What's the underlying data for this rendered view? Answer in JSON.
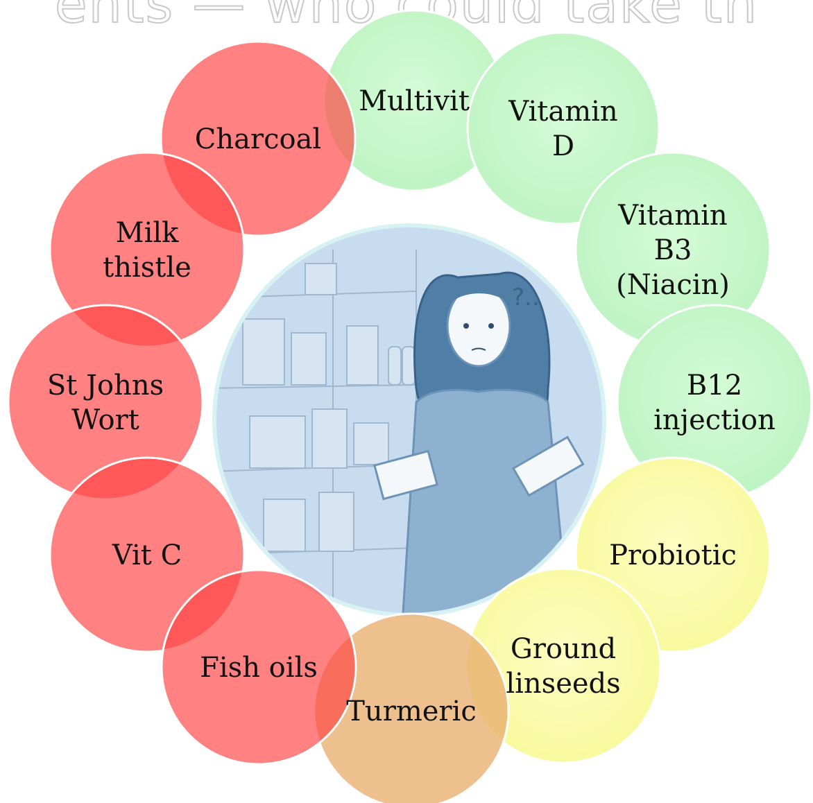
{
  "heading": "ents — who could take th",
  "center_illustration": {
    "description_icon": "woman-with-medicine-boxes-illustration",
    "question_mark": "?.."
  },
  "colors": {
    "red": "#ff6b6b",
    "green": "#c4f7c8",
    "yellow": "#fbfca8",
    "orange": "#eab87f",
    "center_fill": "#c5daee",
    "center_ring": "#d5eef0"
  },
  "items": [
    {
      "id": "multivit",
      "lines": [
        "Multivit"
      ],
      "color": "green"
    },
    {
      "id": "vitamin-d",
      "lines": [
        "Vitamin",
        "D"
      ],
      "color": "green"
    },
    {
      "id": "vitamin-b3",
      "lines": [
        "Vitamin",
        "B3",
        "(Niacin)"
      ],
      "color": "green"
    },
    {
      "id": "b12-injection",
      "lines": [
        "B12",
        "injection"
      ],
      "color": "green"
    },
    {
      "id": "probiotic",
      "lines": [
        "Probiotic"
      ],
      "color": "yellow"
    },
    {
      "id": "ground-linseeds",
      "lines": [
        "Ground",
        "linseeds"
      ],
      "color": "yellow"
    },
    {
      "id": "turmeric",
      "lines": [
        "Turmeric"
      ],
      "color": "orange"
    },
    {
      "id": "fish-oils",
      "lines": [
        "Fish oils"
      ],
      "color": "red"
    },
    {
      "id": "vit-c",
      "lines": [
        "Vit C"
      ],
      "color": "red"
    },
    {
      "id": "st-johns-wort",
      "lines": [
        "St Johns",
        "Wort"
      ],
      "color": "red"
    },
    {
      "id": "milk-thistle",
      "lines": [
        "Milk",
        "thistle"
      ],
      "color": "red"
    },
    {
      "id": "charcoal",
      "lines": [
        "Charcoal"
      ],
      "color": "red"
    }
  ]
}
